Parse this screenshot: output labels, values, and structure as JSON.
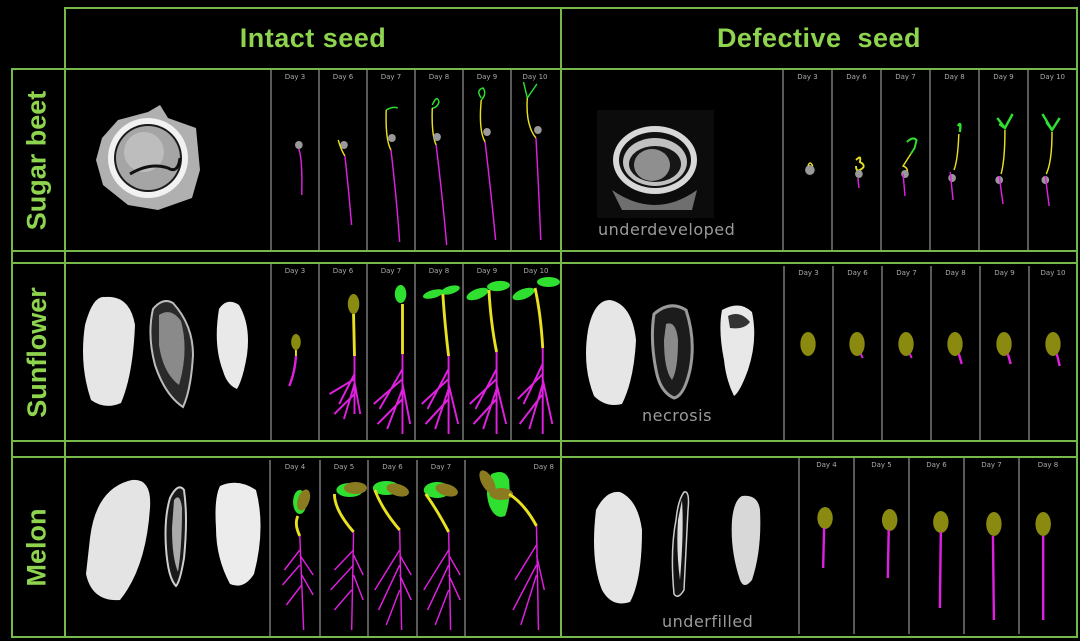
{
  "figure": {
    "columns": [
      {
        "label": "Intact seed"
      },
      {
        "label": "Defective  seed"
      }
    ],
    "rows": [
      {
        "label": "Sugar beet",
        "intact": {
          "days": [
            "Day 3",
            "Day 6",
            "Day 7",
            "Day 8",
            "Day 9",
            "Day 10"
          ]
        },
        "defective": {
          "annotation": "underdeveloped",
          "days": [
            "Day 3",
            "Day 6",
            "Day 7",
            "Day 8",
            "Day 9",
            "Day 10"
          ]
        }
      },
      {
        "label": "Sunflower",
        "intact": {
          "days": [
            "Day 3",
            "Day 6",
            "Day 7",
            "Day 8",
            "Day 9",
            "Day 10"
          ]
        },
        "defective": {
          "annotation": "necrosis",
          "days": [
            "Day 3",
            "Day 6",
            "Day 7",
            "Day 8",
            "Day 9",
            "Day 10"
          ]
        }
      },
      {
        "label": "Melon",
        "intact": {
          "days": [
            "Day 4",
            "Day 5",
            "Day 6",
            "Day 7",
            "Day 8"
          ]
        },
        "defective": {
          "annotation": "underfilled",
          "days": [
            "Day 4",
            "Day 5",
            "Day 6",
            "Day 7",
            "Day 8"
          ]
        }
      }
    ],
    "colors": {
      "grid_line": "#77b84a",
      "title_text": "#8ed44e",
      "root": "#e020e0",
      "hypocotyl": "#e8e020",
      "cotyledon": "#30e030",
      "seed_coat": "#8a8a10",
      "frame_divider": "#5a5a5a",
      "annotation_text": "#9a9a9a"
    }
  }
}
